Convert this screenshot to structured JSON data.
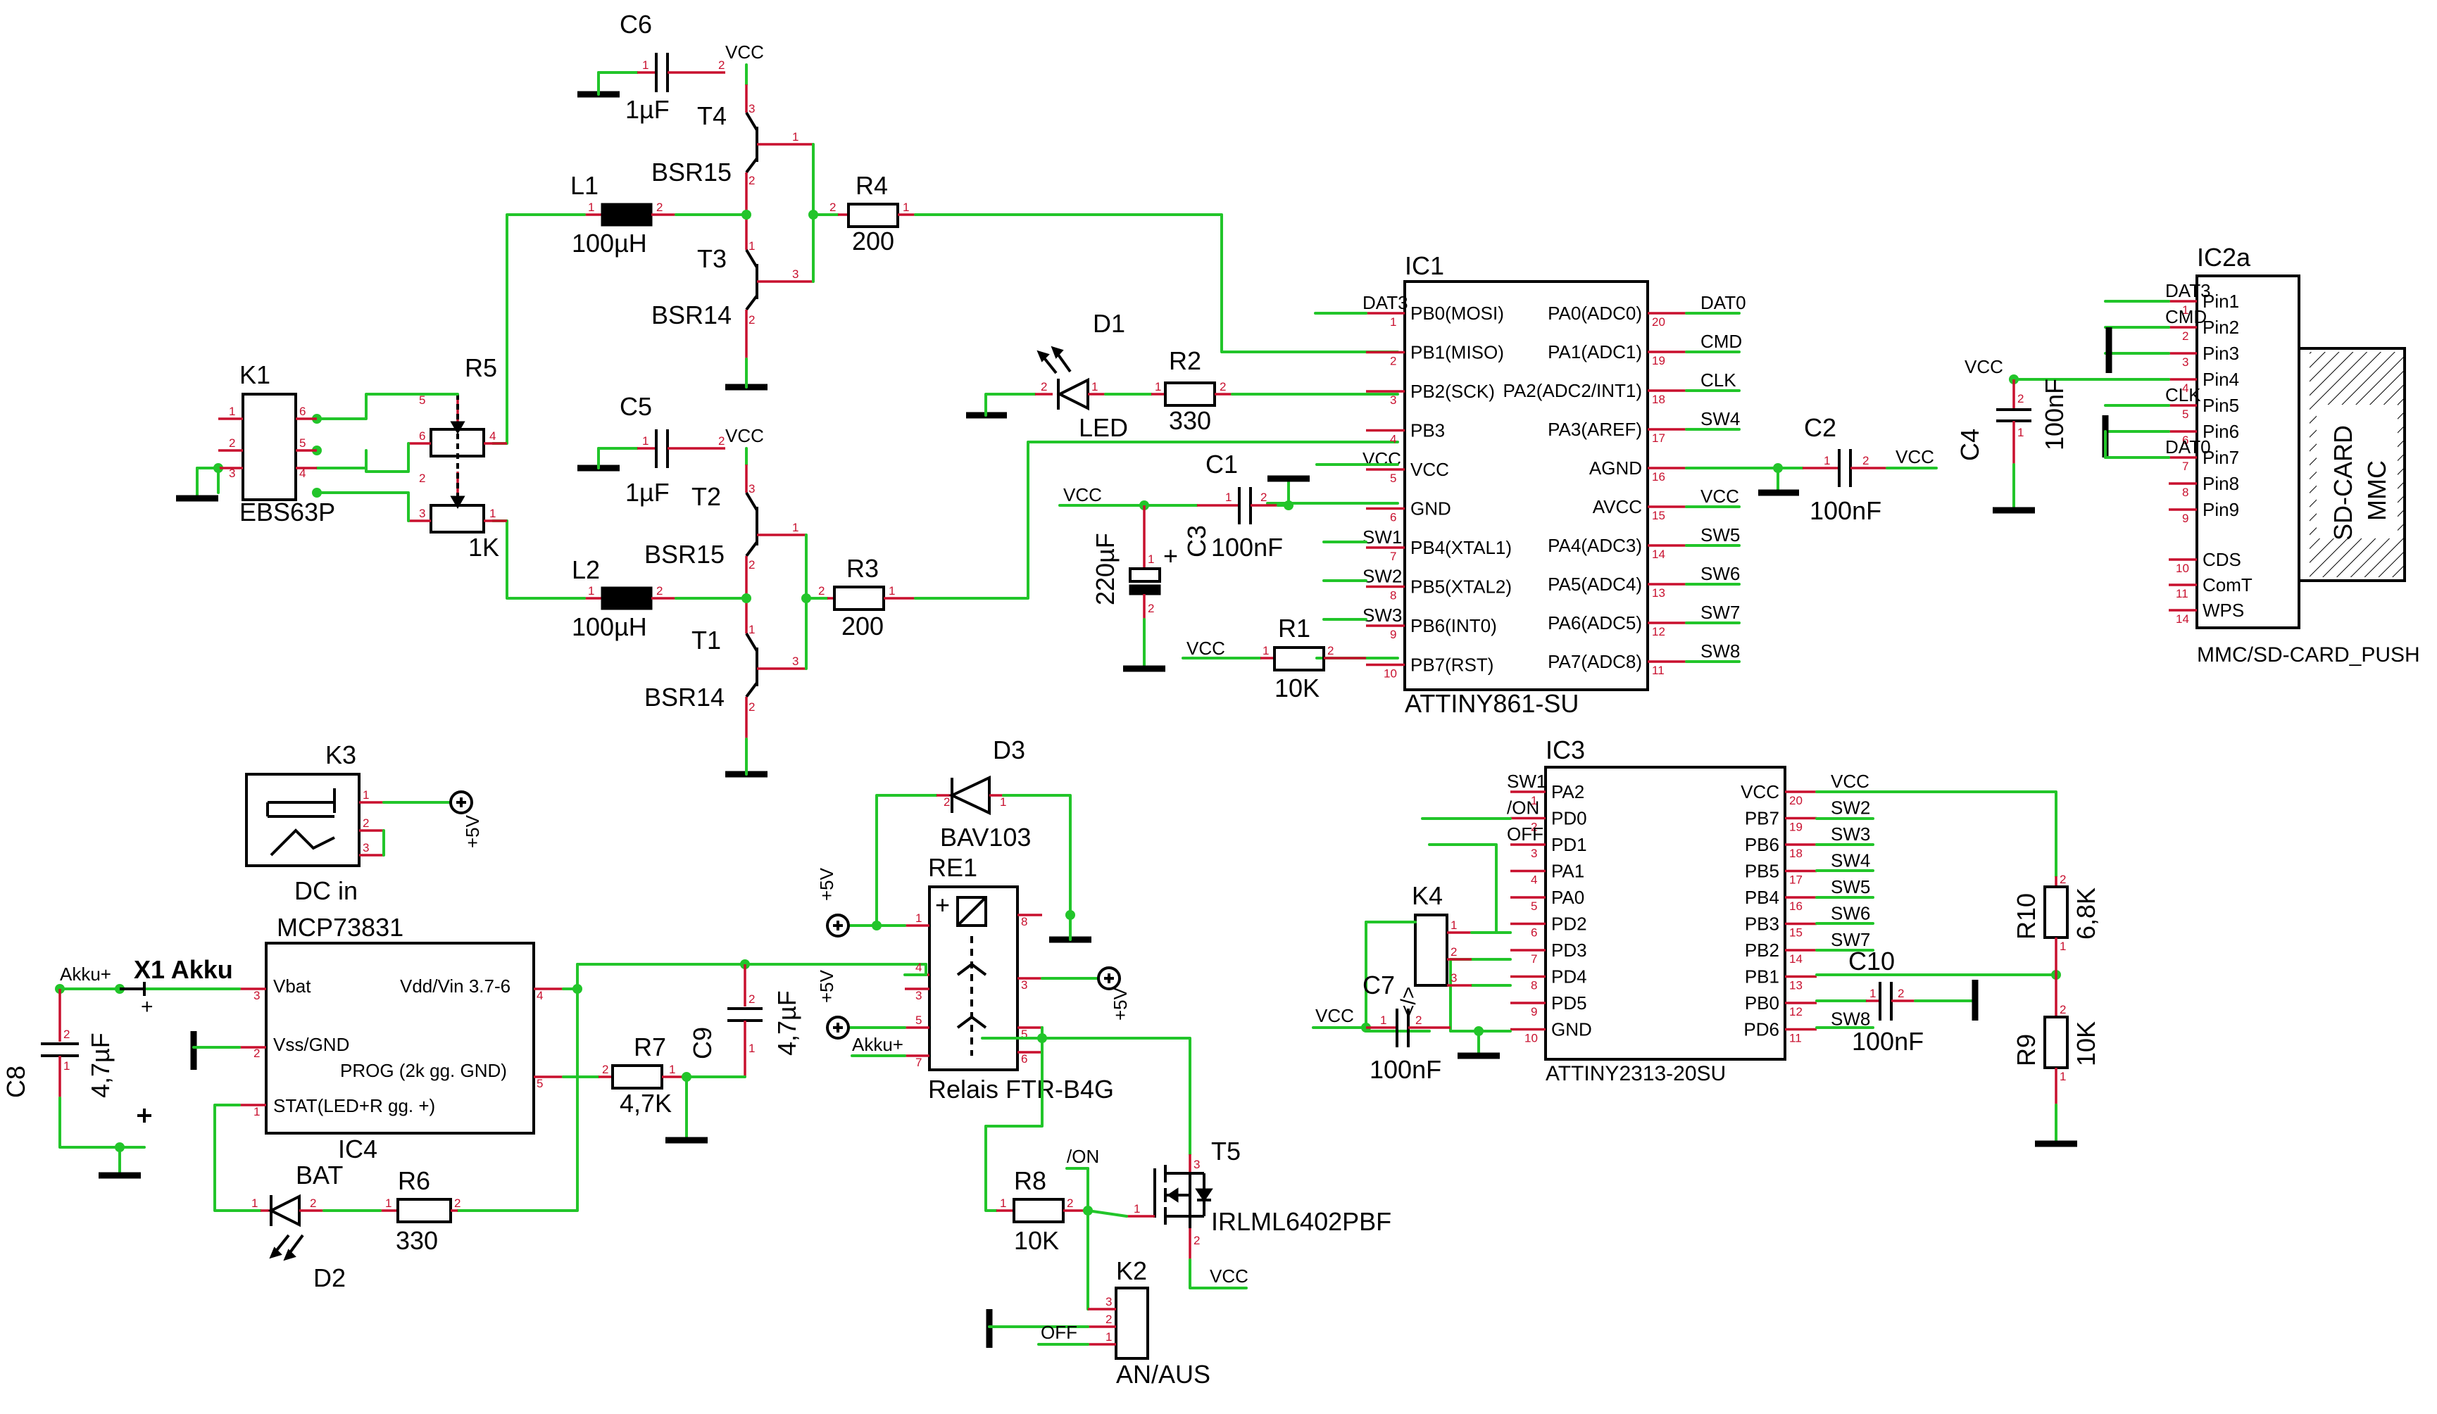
{
  "parts": {
    "c6": {
      "ref": "C6",
      "value": "1µF"
    },
    "c5": {
      "ref": "C5",
      "value": "1µF"
    },
    "t4": {
      "ref": "T4",
      "value": "BSR15"
    },
    "t3": {
      "ref": "T3",
      "value": "BSR14"
    },
    "t2": {
      "ref": "T2",
      "value": "BSR15"
    },
    "t1": {
      "ref": "T1",
      "value": "BSR14"
    },
    "l1": {
      "ref": "L1",
      "value": "100µH"
    },
    "l2": {
      "ref": "L2",
      "value": "100µH"
    },
    "r4": {
      "ref": "R4",
      "value": "200"
    },
    "r3": {
      "ref": "R3",
      "value": "200"
    },
    "r5": {
      "ref": "R5",
      "value": "1K"
    },
    "k1": {
      "ref": "K1",
      "value": "EBS63P"
    },
    "d1": {
      "ref": "D1",
      "value": "LED"
    },
    "r2": {
      "ref": "R2",
      "value": "330"
    },
    "c1": {
      "ref": "C1",
      "value": "100nF"
    },
    "c3": {
      "ref": "C3",
      "value": "220µF"
    },
    "r1": {
      "ref": "R1",
      "value": "10K"
    },
    "c2": {
      "ref": "C2",
      "value": "100nF"
    },
    "c4": {
      "ref": "C4",
      "value": "100nF"
    },
    "k3": {
      "ref": "K3",
      "value": "DC in"
    },
    "d3": {
      "ref": "D3",
      "value": "BAV103"
    },
    "re1": {
      "ref": "RE1",
      "value": "Relais FTR-B4G"
    },
    "c8": {
      "ref": "C8",
      "value": "4,7µF"
    },
    "x1": {
      "ref": "X1 Akku"
    },
    "r7": {
      "ref": "R7",
      "value": "4,7K"
    },
    "c9": {
      "ref": "C9",
      "value": "4,7µF"
    },
    "d2": {
      "ref": "D2",
      "value": "BAT"
    },
    "r6": {
      "ref": "R6",
      "value": "330"
    },
    "t5": {
      "ref": "T5",
      "value": "IRLML6402PBF"
    },
    "r8": {
      "ref": "R8",
      "value": "10K"
    },
    "k2": {
      "ref": "K2",
      "value": "AN/AUS"
    },
    "k4": {
      "ref": "K4"
    },
    "c7": {
      "ref": "C7",
      "value": "100nF"
    },
    "c10": {
      "ref": "C10",
      "value": "100nF"
    },
    "r10": {
      "ref": "R10",
      "value": "6,8K"
    },
    "r9": {
      "ref": "R9",
      "value": "10K"
    }
  },
  "ic1": {
    "ref": "IC1",
    "value": "ATTINY861-SU",
    "left_pins": [
      {
        "no": "1",
        "name": "PB0(MOSI)"
      },
      {
        "no": "2",
        "name": "PB1(MISO)"
      },
      {
        "no": "3",
        "name": "PB2(SCK)"
      },
      {
        "no": "4",
        "name": "PB3"
      },
      {
        "no": "5",
        "name": "VCC"
      },
      {
        "no": "6",
        "name": "GND"
      },
      {
        "no": "7",
        "name": "PB4(XTAL1)"
      },
      {
        "no": "8",
        "name": "PB5(XTAL2)"
      },
      {
        "no": "9",
        "name": "PB6(INT0)"
      },
      {
        "no": "10",
        "name": "PB7(RST)"
      }
    ],
    "right_pins": [
      {
        "no": "20",
        "name": "PA0(ADC0)"
      },
      {
        "no": "19",
        "name": "PA1(ADC1)"
      },
      {
        "no": "18",
        "name": "PA2(ADC2/INT1)"
      },
      {
        "no": "17",
        "name": "PA3(AREF)"
      },
      {
        "no": "16",
        "name": "AGND"
      },
      {
        "no": "15",
        "name": "AVCC"
      },
      {
        "no": "14",
        "name": "PA4(ADC3)"
      },
      {
        "no": "13",
        "name": "PA5(ADC4)"
      },
      {
        "no": "12",
        "name": "PA6(ADC5)"
      },
      {
        "no": "11",
        "name": "PA7(ADC8)"
      }
    ],
    "left_nets": [
      "DAT3",
      "",
      "",
      "",
      "VCC",
      "",
      "SW1",
      "SW2",
      "SW3",
      ""
    ],
    "right_nets": [
      "DAT0",
      "CMD",
      "CLK",
      "SW4",
      "",
      "VCC",
      "SW5",
      "SW6",
      "SW7",
      "SW8"
    ]
  },
  "ic2a": {
    "ref": "IC2a",
    "value": "MMC/SD-CARD_PUSH",
    "card_label_1": "SD-CARD",
    "card_label_2": "MMC",
    "pins": [
      {
        "no": "1",
        "name": "Pin1",
        "net": "DAT3"
      },
      {
        "no": "2",
        "name": "Pin2",
        "net": "CMD"
      },
      {
        "no": "3",
        "name": "Pin3",
        "net": ""
      },
      {
        "no": "4",
        "name": "Pin4",
        "net": ""
      },
      {
        "no": "5",
        "name": "Pin5",
        "net": "CLK"
      },
      {
        "no": "6",
        "name": "Pin6",
        "net": ""
      },
      {
        "no": "7",
        "name": "Pin7",
        "net": "DAT0"
      },
      {
        "no": "8",
        "name": "Pin8",
        "net": ""
      },
      {
        "no": "9",
        "name": "Pin9",
        "net": ""
      }
    ],
    "extra_pins": [
      {
        "no": "10",
        "name": "CDS"
      },
      {
        "no": "11",
        "name": "ComT"
      },
      {
        "no": "14",
        "name": "WPS"
      }
    ]
  },
  "ic3": {
    "ref": "IC3",
    "value": "ATTINY2313-20SU",
    "left_pins": [
      {
        "no": "1",
        "name": "PA2",
        "net": "SW1"
      },
      {
        "no": "2",
        "name": "PD0",
        "net": "/ON"
      },
      {
        "no": "3",
        "name": "PD1",
        "net": "OFF"
      },
      {
        "no": "4",
        "name": "PA1",
        "net": ""
      },
      {
        "no": "5",
        "name": "PA0",
        "net": ""
      },
      {
        "no": "6",
        "name": "PD2",
        "net": ""
      },
      {
        "no": "7",
        "name": "PD3",
        "net": ""
      },
      {
        "no": "8",
        "name": "PD4",
        "net": ""
      },
      {
        "no": "9",
        "name": "PD5",
        "net": ""
      },
      {
        "no": "10",
        "name": "GND",
        "net": ""
      }
    ],
    "right_pins": [
      {
        "no": "20",
        "name": "VCC",
        "net": "VCC"
      },
      {
        "no": "19",
        "name": "PB7",
        "net": "SW2"
      },
      {
        "no": "18",
        "name": "PB6",
        "net": "SW3"
      },
      {
        "no": "17",
        "name": "PB5",
        "net": "SW4"
      },
      {
        "no": "16",
        "name": "PB4",
        "net": "SW5"
      },
      {
        "no": "15",
        "name": "PB3",
        "net": "SW6"
      },
      {
        "no": "14",
        "name": "PB2",
        "net": "SW7"
      },
      {
        "no": "13",
        "name": "PB1",
        "net": ""
      },
      {
        "no": "12",
        "name": "PB0",
        "net": ""
      },
      {
        "no": "11",
        "name": "PD6",
        "net": "SW8"
      }
    ]
  },
  "ic4": {
    "ref": "IC4",
    "value": "MCP73831",
    "pin_vbat": "Vbat",
    "pin_vss": "Vss/GND",
    "pin_stat": "STAT(LED+R gg. +)",
    "pin_vdd": "Vdd/Vin 3.7-6",
    "pin_prog": "PROG (2k gg. GND)"
  },
  "nets": {
    "vcc": "VCC",
    "plus5v": "+5V",
    "akku_plus": "Akku+",
    "on_n": "/ON",
    "off": "OFF",
    "plus_sign": "+"
  }
}
